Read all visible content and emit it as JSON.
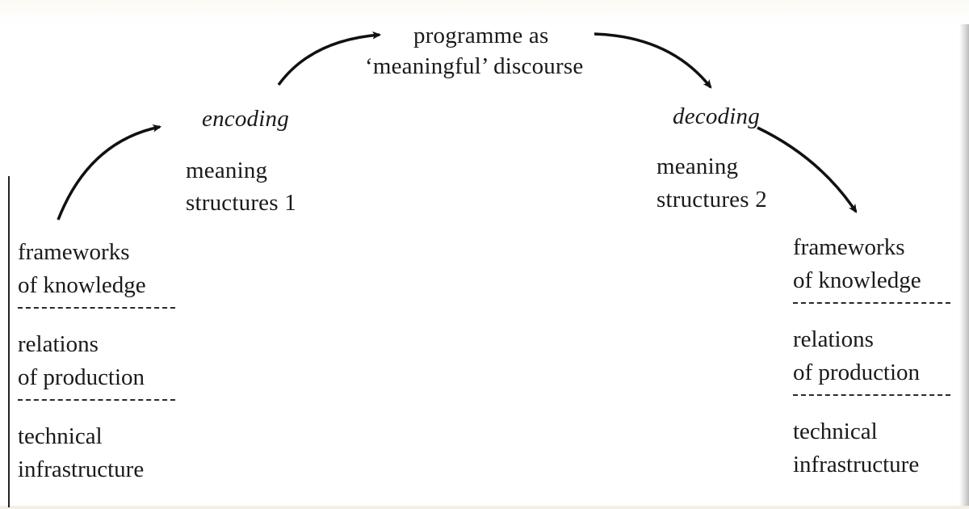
{
  "diagram": {
    "top": {
      "line1": "programme as",
      "line2": "‘meaningful’ discourse"
    },
    "encoding": {
      "label": "encoding",
      "meaning_line1": "meaning",
      "meaning_line2": "structures 1"
    },
    "decoding": {
      "label": "decoding",
      "meaning_line1": "meaning",
      "meaning_line2": "structures 2"
    },
    "left_stack": {
      "items": [
        {
          "line1": "frameworks",
          "line2": "of knowledge"
        },
        {
          "line1": "relations",
          "line2": "of production"
        },
        {
          "line1": "technical",
          "line2": "infrastructure"
        }
      ]
    },
    "right_stack": {
      "items": [
        {
          "line1": "frameworks",
          "line2": "of knowledge"
        },
        {
          "line1": "relations",
          "line2": "of production"
        },
        {
          "line1": "technical",
          "line2": "infrastructure"
        }
      ]
    },
    "arrows": [
      {
        "from": "left-stack",
        "to": "encoding"
      },
      {
        "from": "encoding",
        "to": "programme"
      },
      {
        "from": "programme",
        "to": "decoding"
      },
      {
        "from": "decoding",
        "to": "right-stack"
      }
    ],
    "colors": {
      "ink": "#1a1a1a",
      "paper": "#ffffff"
    }
  }
}
